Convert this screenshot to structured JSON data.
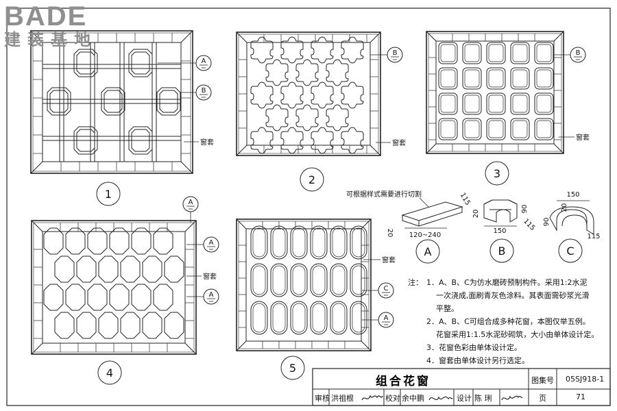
{
  "logo": {
    "brand": "BADE",
    "subtitle": "建装基地"
  },
  "windows": [
    {
      "number": "1",
      "markers": [
        "A",
        "B"
      ],
      "frame_label": "窗套"
    },
    {
      "number": "2",
      "markers": [
        "B"
      ],
      "frame_label": "窗套"
    },
    {
      "number": "3",
      "markers": [
        "B"
      ],
      "frame_label": "窗套"
    },
    {
      "number": "4",
      "markers": [
        "A",
        "A",
        "A"
      ],
      "frame_label": "窗套"
    },
    {
      "number": "5",
      "markers": [
        "C",
        "A"
      ],
      "frame_label": "窗套"
    }
  ],
  "components": {
    "cut_note": "可根据样式需要进行切割",
    "a": {
      "label": "A",
      "dims": [
        "115",
        "20",
        "120~240"
      ]
    },
    "b": {
      "label": "B",
      "dims": [
        "20",
        "90",
        "150",
        "115"
      ]
    },
    "c": {
      "label": "C",
      "dims": [
        "150",
        "20",
        "90",
        "115"
      ]
    }
  },
  "notes": {
    "prefix": "注：",
    "items": [
      "1．A、B、C为仿水磨砖预制构件。采用1:2水泥",
      "一次浇成,面刷青灰色涂料。其表面需砂浆光滑",
      "平整。",
      "2．A、B、C可组合成多种花窗，本图仅举五例。",
      "花窗采用1:1.5水泥砂砌筑，大小由单体设计定。",
      "3．花窗色彩由单体设计定。",
      "4．窗套由单体设计另行选定。"
    ]
  },
  "title_block": {
    "title": "组合花窗",
    "atlas_label": "图集号",
    "atlas_no": "05SJ918-1",
    "review_label": "审核",
    "reviewer": "洪祖根",
    "check_label": "校对",
    "checker": "余中鹏",
    "design_label": "设计",
    "designer": "陈 琍",
    "page_label": "页",
    "page_no": "71"
  }
}
